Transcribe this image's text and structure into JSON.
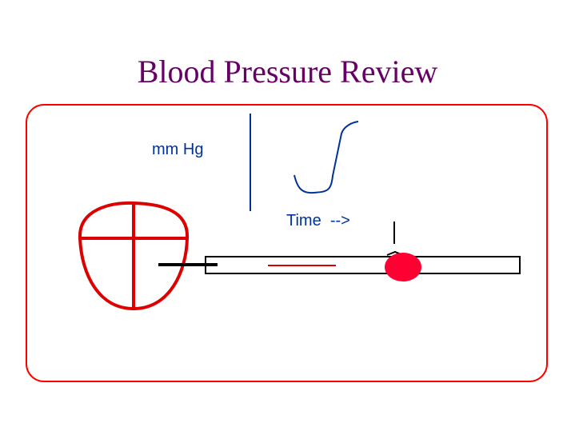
{
  "slide": {
    "title": "Blood Pressure Review",
    "colors": {
      "title": "#660066",
      "frame": "#ff0000",
      "heart": "#dd0000",
      "label_text": "#003399",
      "vessel_outline": "#000000",
      "blood_cell": "#ff0033"
    }
  },
  "graph": {
    "y_axis_label": "mm Hg",
    "x_axis_label": "Time  -->",
    "curve_shape": "s-curve"
  },
  "diagram": {
    "heart": {
      "icon": "heart-icon",
      "chambers": 4
    },
    "vessel": {
      "icon": "vessel-tube"
    },
    "blood_cell": {
      "icon": "blood-cell"
    },
    "pressure_marker": {
      "icon": "pressure-marker-line"
    }
  }
}
